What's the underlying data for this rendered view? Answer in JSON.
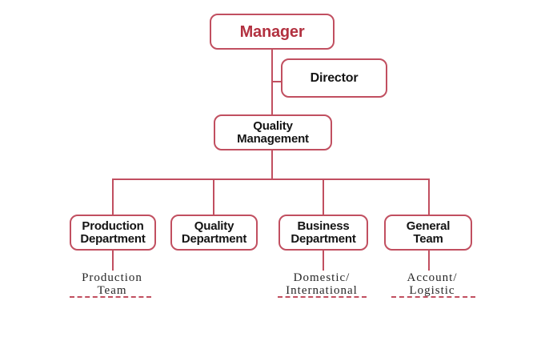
{
  "diagram_type": "organization-chart",
  "nodes": {
    "manager": {
      "label": "Manager"
    },
    "director": {
      "label": "Director"
    },
    "quality_management": {
      "line1": "Quality",
      "line2": "Management"
    },
    "production_department": {
      "line1": "Production",
      "line2": "Department"
    },
    "quality_department": {
      "line1": "Quality",
      "line2": "Department"
    },
    "business_department": {
      "line1": "Business",
      "line2": "Department"
    },
    "general_team": {
      "line1": "General",
      "line2": "Team"
    }
  },
  "sub_teams": {
    "production_team": {
      "line1": "Production",
      "line2": "Team"
    },
    "domestic_international": {
      "line1": "Domestic/",
      "line2": "International"
    },
    "account_logistic": {
      "line1": "Account/",
      "line2": "Logistic"
    }
  },
  "colors": {
    "connector_line": "#c14f60",
    "box_border": "#c14f60",
    "manager_text": "#b23140",
    "node_text": "#141414",
    "subteam_text": "#262626",
    "background": "#ffffff"
  }
}
